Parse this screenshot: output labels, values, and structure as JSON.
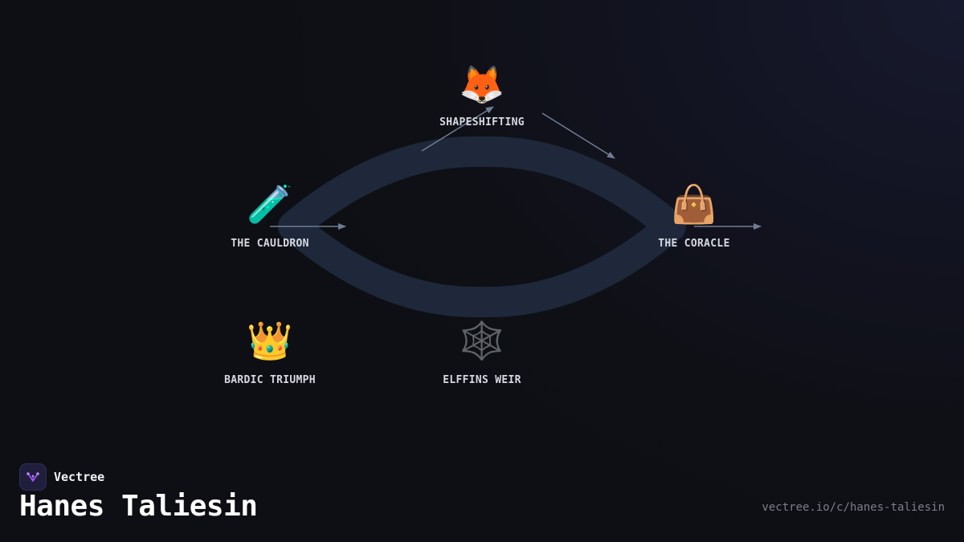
{
  "brand": {
    "name": "Vectree",
    "logo_icon": "vectree-logo-icon",
    "accent": "#a855f7"
  },
  "page": {
    "title": "Hanes Taliesin",
    "url": "vectree.io/c/hanes-taliesin"
  },
  "colors": {
    "loop": "#1e283a",
    "arrow": "#6f7d94",
    "label": "#d6d9e2"
  },
  "diagram": {
    "nodes": [
      {
        "id": "shapeshifting",
        "label": "SHAPESHIFTING",
        "icon": "🦊",
        "icon_name": "fox-icon"
      },
      {
        "id": "the-cauldron",
        "label": "THE CAULDRON",
        "icon": "🧪",
        "icon_name": "test-tube-icon"
      },
      {
        "id": "the-coracle",
        "label": "THE CORACLE",
        "icon": "👜",
        "icon_name": "handbag-icon"
      },
      {
        "id": "bardic-triumph",
        "label": "BARDIC TRIUMPH",
        "icon": "👑",
        "icon_name": "crown-icon"
      },
      {
        "id": "elffins-weir",
        "label": "ELFFINS WEIR",
        "icon": "🕸️",
        "icon_name": "spider-web-icon"
      }
    ]
  }
}
